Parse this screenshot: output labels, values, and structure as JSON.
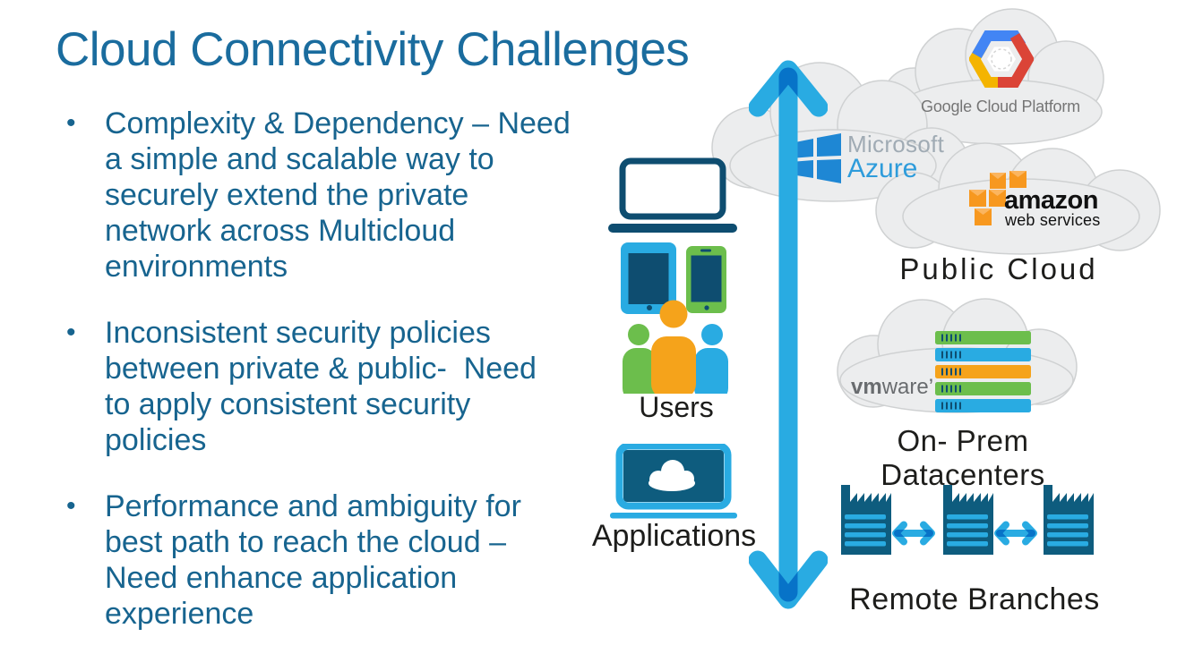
{
  "slide": {
    "title": "Cloud Connectivity Challenges",
    "bullets": [
      {
        "text": "Complexity & Dependency – Need\na simple and scalable way to\nsecurely extend the private\nnetwork across Multicloud\nenvironments"
      },
      {
        "text": "Inconsistent security policies\nbetween private & public-  Need\nto apply consistent security\npolicies"
      },
      {
        "text": "Performance and ambiguity for\nbest path to reach the cloud –\nNeed enhance application\nexperience"
      }
    ]
  },
  "center": {
    "users_label": "Users",
    "applications_label": "Applications"
  },
  "cloud": {
    "public_label": "Public Cloud",
    "onprem_label": "On- Prem Datacenters",
    "remote_label": "Remote Branches"
  },
  "logos": {
    "google_cloud": "Google Cloud Platform",
    "microsoft": "Microsoft",
    "azure": "Azure",
    "amazon": "amazon",
    "aws_sub": "web services",
    "vmware_bold": "vm",
    "vmware_rest": "ware’"
  },
  "colors": {
    "cyan": "#29ABE2",
    "navy": "#0E4D70",
    "teal": "#0E5C7E",
    "green": "#6CBE4C",
    "orange": "#F5A31B",
    "title-blue": "#1A6C9E",
    "text-blue": "#17648F",
    "label-black": "#1D1D1B",
    "cloud-fill": "#ECEDEE",
    "cloud-stroke": "#CFD1D2",
    "gcp-blue": "#4285F4",
    "gcp-red": "#DB4437",
    "gcp-yellow": "#F4B400",
    "azure-pane": "#1E87D4",
    "ms-gray": "#A0ABB4",
    "azure-blue": "#2E9CDB",
    "aws-orange": "#F7981F",
    "aws-orange-light": "#FBB55F",
    "logo-gray": "#757575",
    "vmware-gray": "#696C6F"
  }
}
